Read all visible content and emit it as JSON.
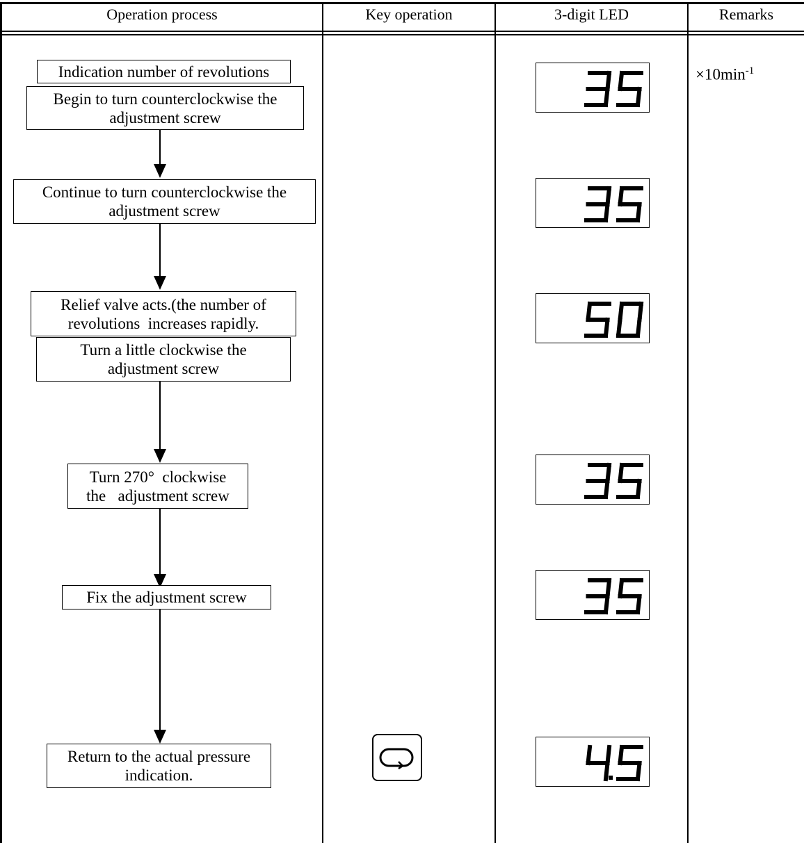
{
  "headers": {
    "operation": "Operation process",
    "key": "Key operation",
    "led": "3-digit LED",
    "remarks": "Remarks"
  },
  "steps": [
    {
      "lines": [
        "Indication number of revolutions"
      ]
    },
    {
      "lines": [
        "Begin to turn counterclockwise the",
        "adjustment screw"
      ]
    },
    {
      "lines": [
        "Continue to turn counterclockwise the",
        "adjustment screw"
      ]
    },
    {
      "lines": [
        "Relief valve acts.(the number of",
        "revolutions  increases rapidly."
      ]
    },
    {
      "lines": [
        "Turn a little clockwise the",
        "adjustment screw"
      ]
    },
    {
      "lines": [
        "Turn 270°  clockwise",
        "the   adjustment screw"
      ]
    },
    {
      "lines": [
        "Fix the adjustment screw"
      ]
    },
    {
      "lines": [
        "Return to the actual pressure",
        "indication."
      ]
    }
  ],
  "led_readings": [
    "35",
    "35",
    "50",
    "35",
    "35",
    "4.5"
  ],
  "remarks": {
    "unit_prefix": "×10min",
    "unit_exponent": "-1"
  },
  "key_icon": "return-loop-key-icon"
}
